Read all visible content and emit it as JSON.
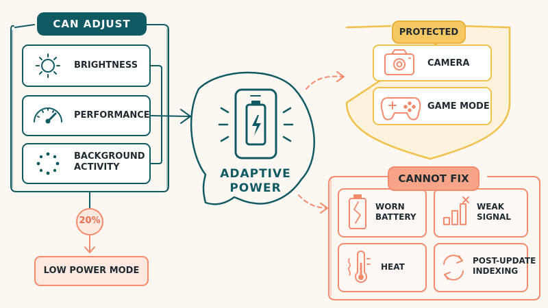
{
  "colors": {
    "teal": "#0f5a63",
    "teal_fill": "#ffffff",
    "orange": "#f48a6c",
    "orange_fill": "#f7a488",
    "orange_light": "#fde9df",
    "yellow": "#f1c04a",
    "yellow_fill": "#f6c863",
    "yellow_light": "#fdf3dd",
    "background": "#fdf7f2"
  },
  "adjust": {
    "title": "CAN ADJUST",
    "items": [
      {
        "label_line1": "BRIGHTNESS",
        "label_line2": "",
        "icon": "sun-icon"
      },
      {
        "label_line1": "PERFORMANCE",
        "label_line2": "",
        "icon": "gauge-icon"
      },
      {
        "label_line1": "BACKGROUND",
        "label_line2": "ACTIVITY",
        "icon": "dotted-circle-icon"
      }
    ],
    "threshold": "20%",
    "low_power": "LOW POWER MODE"
  },
  "center": {
    "label_line1": "ADAPTIVE",
    "label_line2": "POWER",
    "icon": "phone-battery-icon"
  },
  "protected": {
    "title": "PROTECTED",
    "items": [
      {
        "label": "CAMERA",
        "icon": "camera-icon"
      },
      {
        "label": "GAME MODE",
        "icon": "gamepad-icon"
      }
    ]
  },
  "cannot_fix": {
    "title": "CANNOT FIX",
    "items": [
      {
        "label_line1": "WORN",
        "label_line2": "BATTERY",
        "icon": "cracked-battery-icon"
      },
      {
        "label_line1": "WEAK",
        "label_line2": "SIGNAL",
        "icon": "weak-signal-icon"
      },
      {
        "label_line1": "HEAT",
        "label_line2": "",
        "icon": "thermometer-icon"
      },
      {
        "label_line1": "POST-UPDATE",
        "label_line2": "INDEXING",
        "icon": "sync-arrows-icon"
      }
    ]
  }
}
